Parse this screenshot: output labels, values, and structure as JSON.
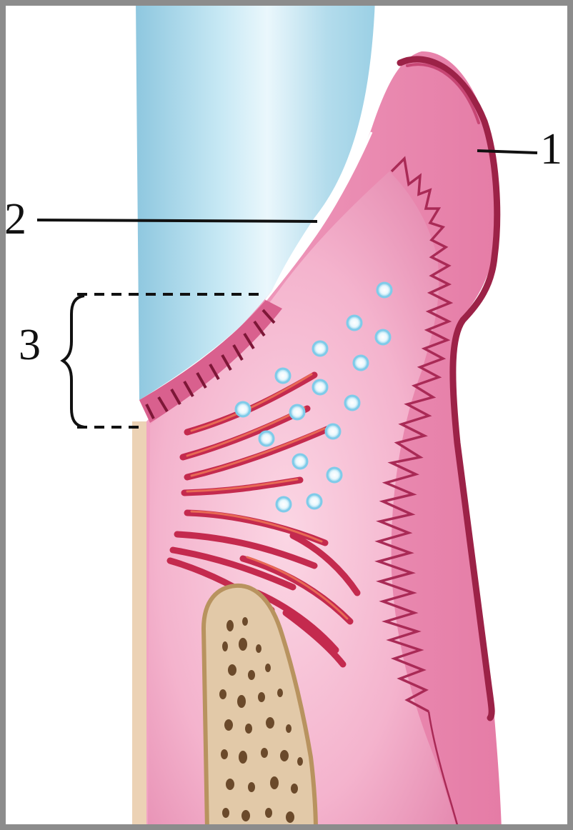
{
  "labels": {
    "one": "1",
    "two": "2",
    "three": "3"
  },
  "colors": {
    "tooth": "#a9d8ea",
    "tooth_highlight": "#e8f6fb",
    "gingiva": "#e98fb6",
    "gingiva_light": "#f7c3d8",
    "gingiva_pale": "#f9d3e2",
    "epithelium_edge": "#b2345f",
    "epithelium_dark": "#8c1c44",
    "fibers": "#c42a4e",
    "fiber_highlight": "#e86a55",
    "cells": "#8fd2ec",
    "bone": "#e2c9a8",
    "bone_edge": "#b8935f",
    "root": "#ecd2b5",
    "frame": "#8c8c8c",
    "leader_lines": "#111111"
  },
  "icons": {
    "bracket": "curly-brace"
  }
}
